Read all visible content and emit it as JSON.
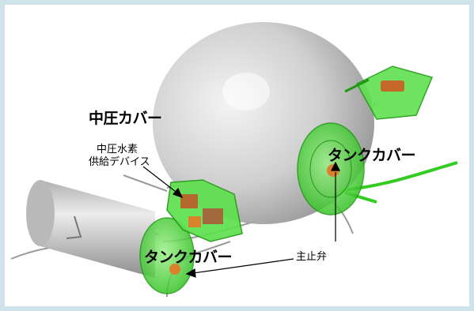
{
  "labels": {
    "medium_pressure_cover": "中圧カバー",
    "hydrogen_supply_line1": "中圧水素",
    "hydrogen_supply_line2": "供給デバイス",
    "tank_cover_right": "タンクカバー",
    "tank_cover_left": "タンクカバー",
    "main_stop_valve": "主止弁"
  },
  "colors": {
    "frame_border": "#cfe3ea",
    "tank_gray": "#c9c9c9",
    "cover_green": "#33dd22",
    "valve_orange": "#d9822b",
    "pipe_gray": "#9a9a9a"
  }
}
